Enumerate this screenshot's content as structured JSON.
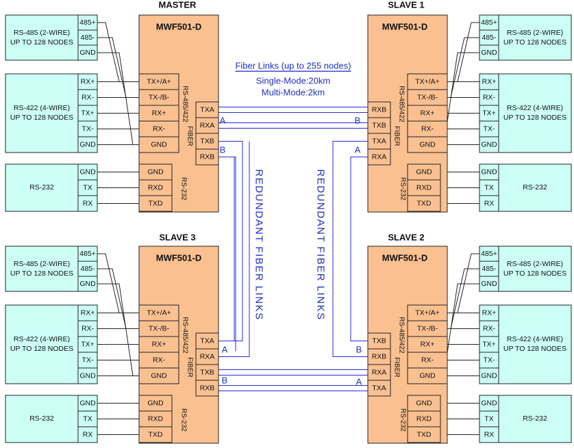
{
  "titles": {
    "master": "MASTER",
    "slave1": "SLAVE 1",
    "slave2": "SLAVE 2",
    "slave3": "SLAVE 3"
  },
  "model": "MWF501-D",
  "ext": {
    "rs485_l1": "RS-485 (2-WIRE)",
    "rs485_l2": "UP TO 128 NODES",
    "rs422_l1": "RS-422 (4-WIRE)",
    "rs422_l2": "UP TO 128 NODES",
    "rs232": "RS-232",
    "pins485": [
      "485+",
      "485-",
      "GND"
    ],
    "pins422": [
      "RX+",
      "RX-",
      "TX+",
      "TX-",
      "GND"
    ],
    "pins232": [
      "GND",
      "TX",
      "RX"
    ]
  },
  "dev": {
    "serial_pins": [
      "TX+/A+",
      "TX-/B-",
      "RX+",
      "RX-",
      "GND"
    ],
    "rs232_pins": [
      "GND",
      "RXD",
      "TXD"
    ],
    "fiber_pins_a": [
      "TXA",
      "RXA",
      "TXB",
      "RXB"
    ],
    "fiber_pins_b": [
      "RXB",
      "TXB",
      "TXA",
      "RXA"
    ],
    "fiber_pins_c": [
      "TXB",
      "RXB",
      "RXA",
      "TXA"
    ],
    "side_serial": "RS-485/422",
    "side_fiber": "FIBER",
    "side_232": "RS-232"
  },
  "links": {
    "title": "Fiber Links (up to 255 nodes)",
    "single": "Single-Mode:20km",
    "multi": "Multi-Mode:2km",
    "redundant": "REDUNDANT FIBER LINKS",
    "a": "A",
    "b": "B"
  },
  "colors": {
    "device_fill": "#fac090",
    "external_fill": "#ccfff5",
    "fiber_line": "#2a2ad0"
  }
}
